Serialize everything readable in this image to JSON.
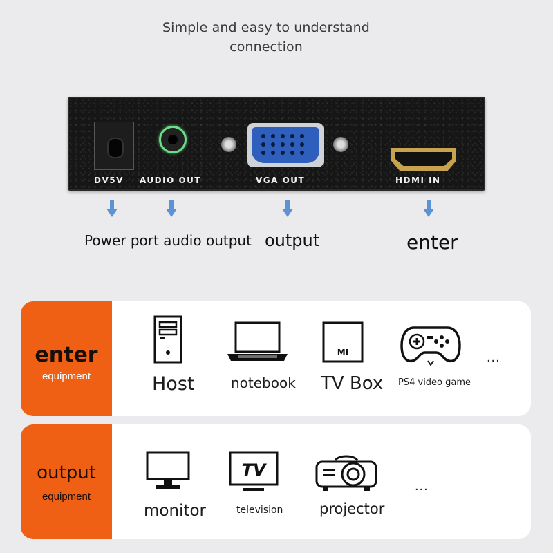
{
  "header": {
    "title_line1": "Simple and easy to understand",
    "title_line2": "connection"
  },
  "device": {
    "ports": [
      "DV5V",
      "AUDIO OUT",
      "VGA OUT",
      "HDMI IN"
    ]
  },
  "captions": {
    "power_audio": "Power port audio output",
    "output": "output",
    "enter": "enter"
  },
  "input_panel": {
    "title": "enter",
    "subtitle": "equipment",
    "items": [
      {
        "label": "Host",
        "icon": "pc-tower-icon"
      },
      {
        "label": "notebook",
        "icon": "laptop-icon"
      },
      {
        "label": "TV Box",
        "icon": "tv-box-icon",
        "badge": "MI"
      },
      {
        "label": "PS4 video game",
        "icon": "gamepad-icon"
      }
    ],
    "more": "..."
  },
  "output_panel": {
    "title": "output",
    "subtitle": "equipment",
    "items": [
      {
        "label": "monitor",
        "icon": "monitor-icon"
      },
      {
        "label": "television",
        "icon": "tv-icon",
        "badge": "TV"
      },
      {
        "label": "projector",
        "icon": "projector-icon"
      }
    ],
    "more": "..."
  },
  "colors": {
    "accent": "#f06014",
    "arrow": "#5b93d6",
    "vga": "#2e5fbd",
    "hdmi": "#c7a24f",
    "audio": "#6fdc8a"
  }
}
